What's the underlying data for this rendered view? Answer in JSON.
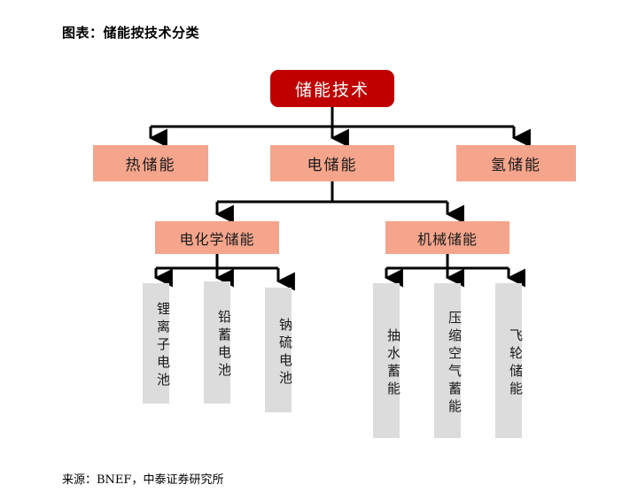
{
  "title": "图表：储能按技术分类",
  "source": "来源：BNEF，中泰证券研究所",
  "colors": {
    "root_fill": "#C00000",
    "root_text": "#FFFFFF",
    "level2_fill": "#F4A58C",
    "level3_fill": "#F4A58C",
    "leaf_fill": "#DCDCDC",
    "connector": "#000000",
    "background": "#FFFFFF"
  },
  "diagram": {
    "type": "tree",
    "orientation": "top-down",
    "root": {
      "label": "储能技术",
      "level": 0
    },
    "level2": [
      {
        "label": "热储能",
        "level": 1
      },
      {
        "label": "电储能",
        "level": 1
      },
      {
        "label": "氢储能",
        "level": 1
      }
    ],
    "level3": [
      {
        "label": "电化学储能",
        "level": 2,
        "parent": "电储能"
      },
      {
        "label": "机械储能",
        "level": 2,
        "parent": "电储能"
      }
    ],
    "leaves_electrochemical": [
      {
        "label": "锂离子电池",
        "level": 3,
        "parent": "电化学储能"
      },
      {
        "label": "铅蓄电池",
        "level": 3,
        "parent": "电化学储能"
      },
      {
        "label": "钠硫电池",
        "level": 3,
        "parent": "电化学储能"
      }
    ],
    "leaves_mechanical": [
      {
        "label": "抽水蓄能",
        "level": 3,
        "parent": "机械储能"
      },
      {
        "label": "压缩空气蓄能",
        "level": 3,
        "parent": "机械储能"
      },
      {
        "label": "飞轮储能",
        "level": 3,
        "parent": "机械储能"
      }
    ]
  }
}
